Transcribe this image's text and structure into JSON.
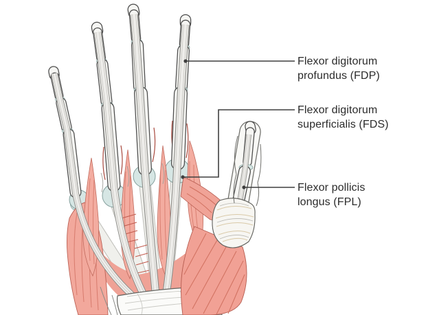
{
  "illustration": {
    "name": "hand-flexor-tendons-palmar-view",
    "colors": {
      "background": "#ffffff",
      "bone_fill": "#f6f6f3",
      "bone_outline": "#4a4a4a",
      "tendon_fill": "#eeedea",
      "tendon_outline": "#8f8f8b",
      "cartilage_fill": "#d6e6e4",
      "cartilage_outline": "#85a09d",
      "muscle_fill": "#f2a89c",
      "muscle_streak": "#d0705f",
      "muscle_outline": "#b65c50",
      "sheath_fiber": "#d9c9a8",
      "retinaculum_fill": "#fbfbf9",
      "leader_line": "#3f3f3f",
      "label_text": "#2b2b2b"
    }
  },
  "labels": {
    "fdp": "Flexor digitorum profundus (FDP)",
    "fds": "Flexor digitorum superficialis (FDS)",
    "fpl": "Flexor pollicis longus (FPL)"
  }
}
